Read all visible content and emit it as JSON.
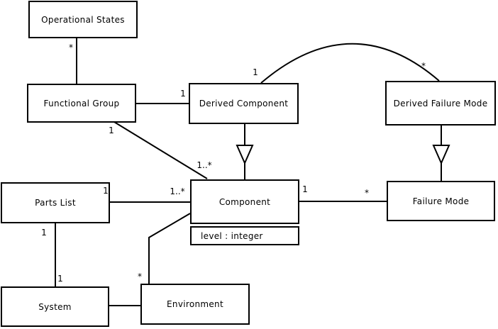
{
  "diagram": {
    "kind": "uml-class-diagram",
    "background_color": "#ffffff",
    "line_color": "#000000",
    "box_fill_color": "#ffffff",
    "text_color": "#000000",
    "nodes": [
      {
        "id": "operational-states",
        "label": "Operational States"
      },
      {
        "id": "functional-group",
        "label": "Functional Group"
      },
      {
        "id": "derived-component",
        "label": "Derived Component"
      },
      {
        "id": "derived-failure-mode",
        "label": "Derived Failure Mode"
      },
      {
        "id": "parts-list",
        "label": "Parts List"
      },
      {
        "id": "component",
        "label": "Component",
        "attribute": "level : integer"
      },
      {
        "id": "failure-mode",
        "label": "Failure Mode"
      },
      {
        "id": "system",
        "label": "System"
      },
      {
        "id": "environment",
        "label": "Environment"
      }
    ],
    "relationships": [
      {
        "from": "Functional Group",
        "to": "Operational States",
        "type": "association",
        "to_multiplicity": "*"
      },
      {
        "from": "Functional Group",
        "to": "Derived Component",
        "type": "association",
        "to_multiplicity": "1"
      },
      {
        "from": "Functional Group",
        "to": "Component",
        "type": "association",
        "from_multiplicity": "1",
        "to_multiplicity": "1..*"
      },
      {
        "from": "Derived Component",
        "to": "Component",
        "type": "generalization"
      },
      {
        "from": "Derived Component",
        "to": "Derived Failure Mode",
        "type": "association-arc",
        "from_multiplicity": "1",
        "to_multiplicity": "*"
      },
      {
        "from": "Derived Failure Mode",
        "to": "Failure Mode",
        "type": "generalization"
      },
      {
        "from": "Parts List",
        "to": "Component",
        "type": "association",
        "from_multiplicity": "1",
        "to_multiplicity": "1..*"
      },
      {
        "from": "Component",
        "to": "Failure Mode",
        "type": "association",
        "from_multiplicity": "1",
        "to_multiplicity": "*"
      },
      {
        "from": "Parts List",
        "to": "System",
        "type": "association",
        "from_multiplicity": "1",
        "to_multiplicity": "1"
      },
      {
        "from": "System",
        "to": "Environment",
        "type": "association"
      },
      {
        "from": "Environment",
        "to": "Component",
        "type": "association",
        "from_multiplicity": "*"
      }
    ],
    "multiplicity_labels": [
      {
        "text": "*"
      },
      {
        "text": "1"
      },
      {
        "text": "*"
      },
      {
        "text": "1"
      },
      {
        "text": "1"
      },
      {
        "text": "1..*"
      },
      {
        "text": "1"
      },
      {
        "text": "1..*"
      },
      {
        "text": "1"
      },
      {
        "text": "*"
      },
      {
        "text": "1"
      },
      {
        "text": "1"
      },
      {
        "text": "*"
      }
    ]
  }
}
